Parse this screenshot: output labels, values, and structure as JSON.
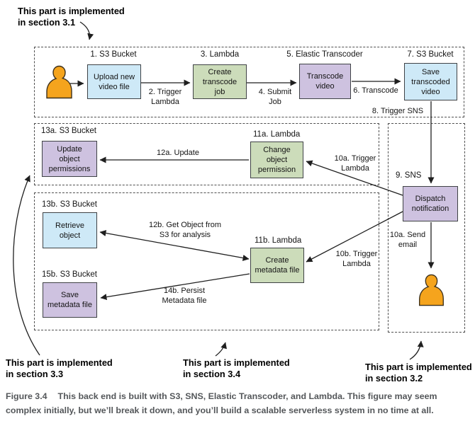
{
  "callouts": {
    "s31": "This part is implemented\nin section 3.1",
    "s33": "This part is implemented\nin section 3.3",
    "s34": "This part is implemented\nin section 3.4",
    "s32": "This part is implemented\nin section 3.2"
  },
  "nodes": {
    "upload": {
      "step": "1. S3 Bucket",
      "label": "Upload new\nvideo file",
      "color": "#cee9f7"
    },
    "create_job": {
      "step": "3. Lambda",
      "label": "Create\ntranscode\njob",
      "color": "#ccdcba"
    },
    "transcode": {
      "step": "5. Elastic Transcoder",
      "label": "Transcode\nvideo",
      "color": "#cec2e0"
    },
    "save_video": {
      "step": "7. S3 Bucket",
      "label": "Save\ntranscoded\nvideo",
      "color": "#cee9f7"
    },
    "dispatch": {
      "step": "9. SNS",
      "label": "Dispatch\nnotification",
      "color": "#cec2e0"
    },
    "update_permissions": {
      "step": "13a. S3 Bucket",
      "label": "Update\nobject\npermissions",
      "color": "#cec2e0"
    },
    "change_permission": {
      "step": "11a. Lambda",
      "label": "Change\nobject\npermission",
      "color": "#ccdcba"
    },
    "retrieve_object": {
      "step": "13b. S3 Bucket",
      "label": "Retrieve\nobject",
      "color": "#cee9f7"
    },
    "create_metadata": {
      "step": "11b. Lambda",
      "label": "Create\nmetadata file",
      "color": "#ccdcba"
    },
    "save_metadata": {
      "step": "15b. S3 Bucket",
      "label": "Save\nmetadata file",
      "color": "#cec2e0"
    }
  },
  "edges": {
    "trigger_lambda_2": "2. Trigger\nLambda",
    "submit_job_4": "4. Submit\nJob",
    "transcode_6": "6. Transcode",
    "trigger_sns_8": "8. Trigger SNS",
    "update_12a": "12a. Update",
    "trigger_lambda_10a": "10a. Trigger\nLambda",
    "send_email_10a": "10a. Send\nemail",
    "get_object_12b": "12b. Get Object from\nS3 for analysis",
    "trigger_lambda_10b": "10b. Trigger\nLambda",
    "persist_14b": "14b. Persist\nMetadata file"
  },
  "caption": {
    "label": "Figure 3.4",
    "text": "This back end is built with S3, SNS, Elastic Transcoder, and Lambda. This figure may seem\ncomplex initially, but we’ll break it down, and you’ll build a scalable serverless system in no time at all."
  },
  "icons": {
    "user": "person-silhouette"
  },
  "colors": {
    "s3_blue": "#cee9f7",
    "lambda_green": "#ccdcba",
    "service_purple": "#cec2e0",
    "user_orange": "#f5a41d",
    "dashed_border": "#4f4f4f",
    "caption_gray": "#54575a"
  }
}
